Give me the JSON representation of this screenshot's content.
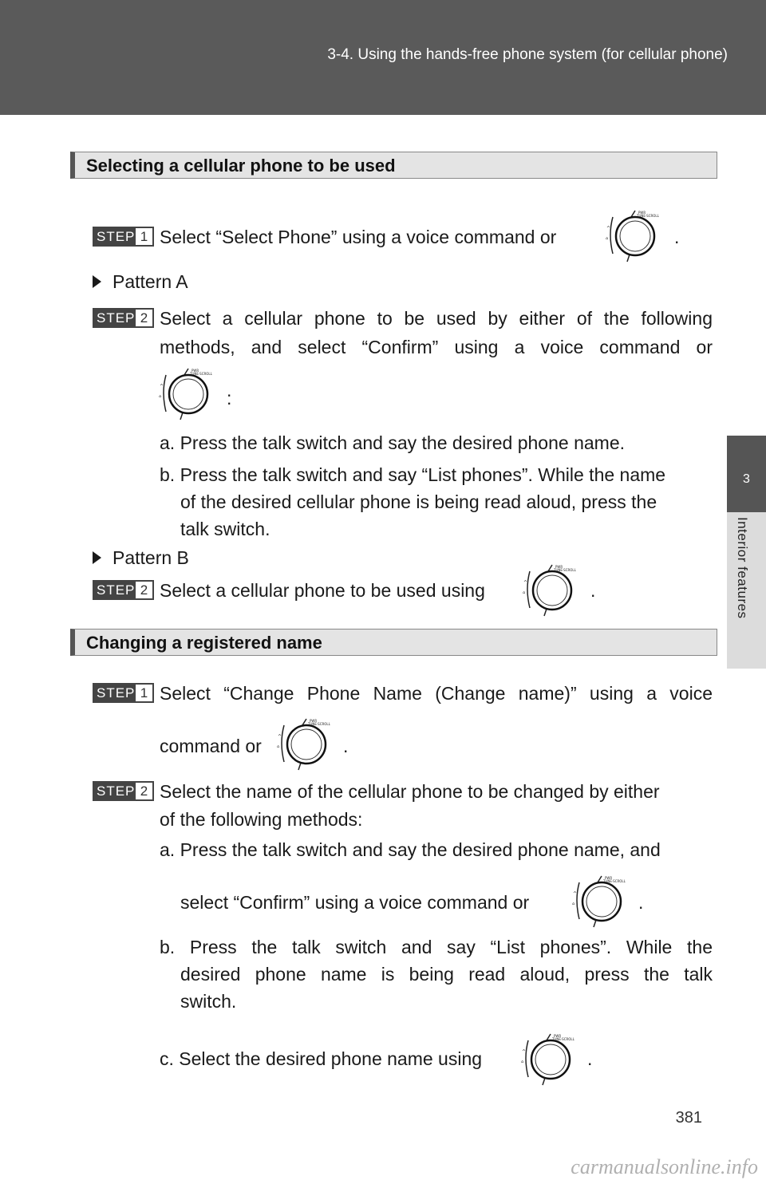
{
  "header": {
    "title": "3-4. Using the hands-free phone system (for cellular phone)"
  },
  "side_tab": {
    "number": "3",
    "label": "Interior features"
  },
  "section1": {
    "title": "Selecting a cellular phone to be used",
    "step1_label": "STEP",
    "step1_num": "1",
    "step1_text": "Select “Select Phone” using a voice command or",
    "step1_end": ".",
    "pattern_a": "Pattern A",
    "step2a_label": "STEP",
    "step2a_num": "2",
    "step2a_line1": "Select a cellular phone to be used by either of the following",
    "step2a_line2": "methods, and select “Confirm” using a voice command or",
    "step2a_colon": ":",
    "item_a": "a. Press the talk switch and say the desired phone name.",
    "item_b_line1": "b. Press the talk switch and say “List phones”. While the name",
    "item_b_line2": "of the desired cellular phone is being read aloud, press the",
    "item_b_line3": "talk switch.",
    "pattern_b": "Pattern B",
    "step2b_label": "STEP",
    "step2b_num": "2",
    "step2b_text": "Select a cellular phone to be used using",
    "step2b_end": "."
  },
  "section2": {
    "title": "Changing a registered name",
    "step1_label": "STEP",
    "step1_num": "1",
    "step1_line1": "Select “Change Phone Name (Change name)” using a voice",
    "step1_line2": "command or",
    "step1_end": ".",
    "step2_label": "STEP",
    "step2_num": "2",
    "step2_line1": "Select the name of the cellular phone to be changed by either",
    "step2_line2": "of the following methods:",
    "item_a_line1": "a. Press the talk switch and say the desired phone name, and",
    "item_a_line2": "select “Confirm” using a voice command or",
    "item_a_end": ".",
    "item_b_line1": "b. Press the talk switch and say “List phones”. While the",
    "item_b_line2": "desired phone name is being read aloud, press the talk",
    "item_b_line3": "switch.",
    "item_c": "c. Select the desired phone name using",
    "item_c_end": "."
  },
  "page_number": "381",
  "footer": {
    "watermark": "carmanualsonline.info"
  },
  "icons": {
    "knob": "tune-scroll-knob-icon"
  }
}
